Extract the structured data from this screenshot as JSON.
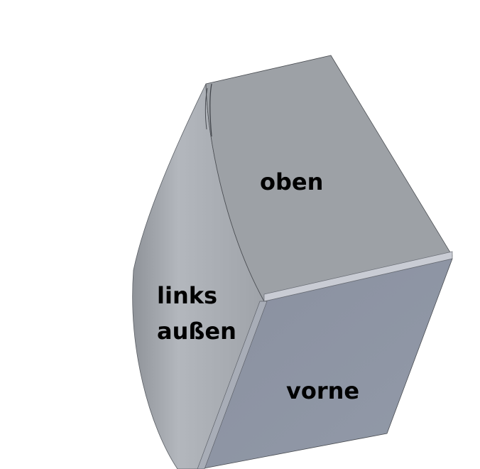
{
  "labels": {
    "top": "oben",
    "left_line1": "links",
    "left_line2": "außen",
    "front": "vorne"
  },
  "colors": {
    "background": "#ffffff",
    "top_face": "#9da1a6",
    "left_face": "#a3a7ad",
    "front_face": "#8d93a1",
    "edge_highlight": "#c9ccd4",
    "edge_line": "#3e4147"
  }
}
